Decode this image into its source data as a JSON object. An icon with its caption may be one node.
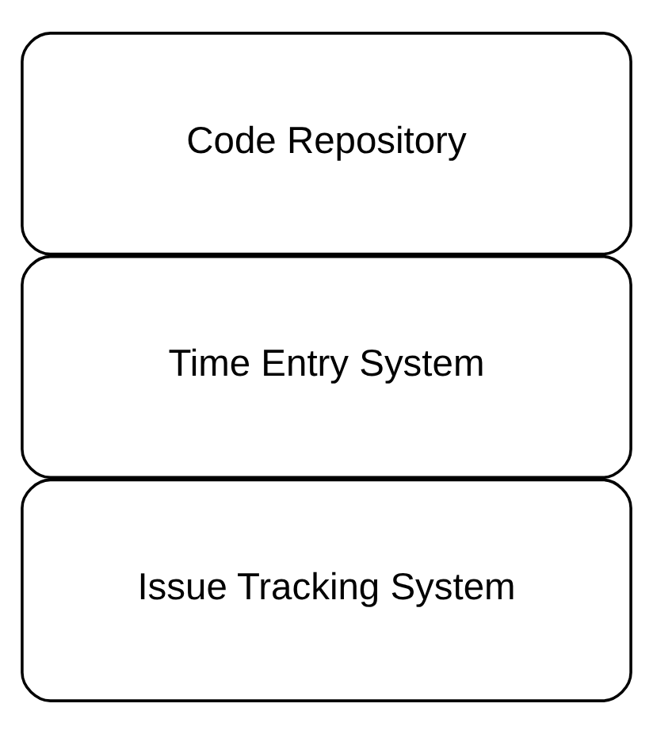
{
  "diagram": {
    "nodes": [
      {
        "text": [
          "Issue Tracking System"
        ]
      },
      {
        "text": [
          "Time Entry System"
        ]
      },
      {
        "text": [
          "Code Repository"
        ]
      }
    ]
  }
}
